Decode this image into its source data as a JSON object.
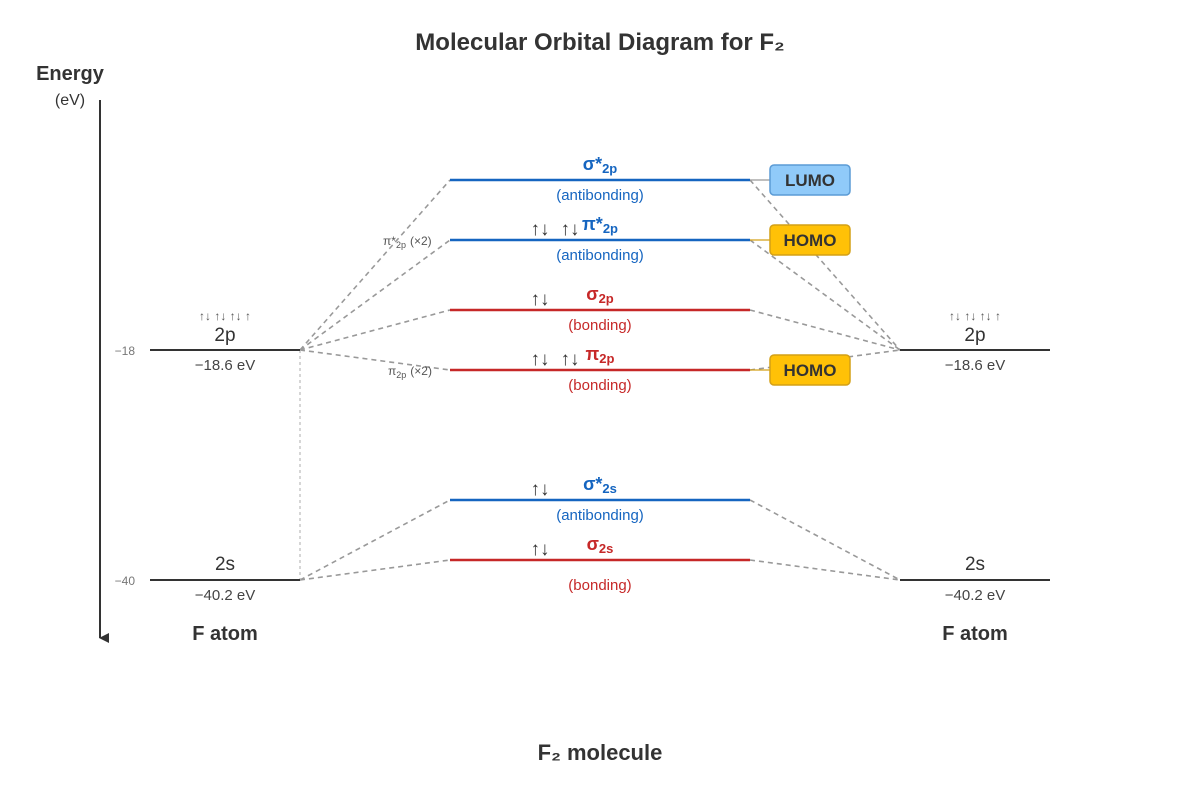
{
  "title": "Molecular Orbital Diagram for F₂",
  "axis": {
    "label": "Energy",
    "unit": "(eV)",
    "ticks": [
      "−18",
      "−40"
    ]
  },
  "atoms": {
    "left": {
      "name": "F atom",
      "p_label": "2p",
      "p_energy": "−18.6 eV",
      "p_electrons": "↑↓ ↑↓ ↑↓ ↑",
      "s_label": "2s",
      "s_energy": "−40.2 eV"
    },
    "right": {
      "name": "F atom",
      "p_label": "2p",
      "p_energy": "−18.6 eV",
      "p_electrons": "↑↓ ↑↓ ↑↓ ↑",
      "s_label": "2s",
      "s_energy": "−40.2 eV"
    }
  },
  "orbitals": {
    "sigma_star_2p": {
      "symbol": "σ*",
      "sub": "2p",
      "type": "(antibonding)",
      "electrons": "",
      "color": "#1565c0"
    },
    "pi_star_2p": {
      "symbol": "π*",
      "sub": "2p",
      "type": "(antibonding)",
      "electrons_a": "↑↓",
      "electrons_b": "↑↓",
      "color": "#1565c0"
    },
    "sigma_2p": {
      "symbol": "σ",
      "sub": "2p",
      "type": "(bonding)",
      "electrons": "↑↓",
      "color": "#c62828"
    },
    "pi_2p": {
      "symbol": "π",
      "sub": "2p",
      "type": "(bonding)",
      "electrons_a": "↑↓",
      "electrons_b": "↑↓",
      "color": "#c62828"
    },
    "sigma_star_2s": {
      "symbol": "σ*",
      "sub": "2s",
      "type": "(antibonding)",
      "electrons": "↑↓",
      "color": "#1565c0"
    },
    "sigma_2s": {
      "symbol": "σ",
      "sub": "2s",
      "type": "(bonding)",
      "electrons": "↑↓",
      "color": "#c62828"
    }
  },
  "notes": {
    "pi_star": {
      "symbol": "π*",
      "sub": "2p",
      "mult": "(×2)"
    },
    "pi": {
      "symbol": "π",
      "sub": "2p",
      "mult": "(×2)"
    }
  },
  "tags": {
    "lumo": {
      "text": "LUMO",
      "fill": "#90caf9",
      "stroke": "#5b9bd5"
    },
    "homo_1": {
      "text": "HOMO",
      "fill": "#ffc107",
      "stroke": "#d4a017"
    },
    "homo_2": {
      "text": "HOMO",
      "fill": "#ffc107",
      "stroke": "#d4a017"
    }
  },
  "molecule": "F₂ molecule"
}
